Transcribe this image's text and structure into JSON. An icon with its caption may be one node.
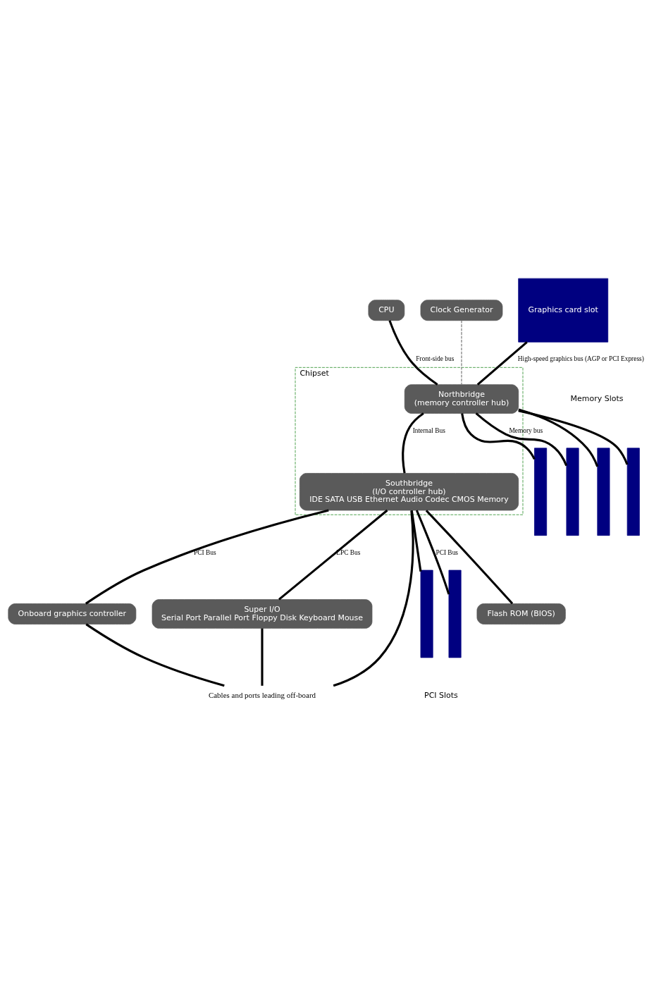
{
  "diagram": {
    "nodes": [
      {
        "text": [
          "CPU"
        ]
      },
      {
        "text": [
          "Clock Generator"
        ]
      },
      {
        "text": [
          "Graphics card slot"
        ]
      },
      {
        "text": [
          "Chipset"
        ]
      },
      {
        "text": [
          "Northbridge",
          "(memory controller hub)"
        ],
        "in": 3
      },
      {
        "text": [
          "Southbridge",
          "(I/O controller hub)",
          "IDE SATA USB Ethernet Audio Codec CMOS Memory"
        ],
        "in": 3
      },
      {
        "text": [],
        "shape": "bar"
      },
      {
        "text": [],
        "shape": "bar"
      },
      {
        "text": [],
        "shape": "bar"
      },
      {
        "text": [],
        "shape": "bar"
      },
      {
        "text": [
          "Onboard graphics controller"
        ]
      },
      {
        "text": [],
        "shape": "bar"
      },
      {
        "text": [],
        "shape": "bar"
      },
      {
        "text": [
          "Cables and ports leading off-board"
        ]
      },
      {
        "text": [
          "Super I/O",
          "Serial Port Parallel Port Floppy Disk Keyboard Mouse"
        ]
      },
      {
        "text": [
          "Flash ROM (BIOS)"
        ]
      }
    ],
    "edges": [
      {
        "from": 0,
        "to": 4,
        "arrow": "none",
        "label": "Front-side bus"
      },
      {
        "from": 1,
        "to": 4,
        "arrow": "none",
        "style": "dashed",
        "color": "#777777"
      },
      {
        "from": 2,
        "to": 4,
        "arrow": "none",
        "label": "High-speed graphics bus (AGP or PCI Express)"
      },
      {
        "from": 4,
        "to": 6,
        "arrow": "none",
        "label": "Memory bus"
      },
      {
        "from": 4,
        "to": 7,
        "arrow": "none"
      },
      {
        "from": 4,
        "to": 8,
        "arrow": "none"
      },
      {
        "from": 4,
        "to": 9,
        "arrow": "none"
      },
      {
        "from": 4,
        "to": 5,
        "arrow": "none",
        "label": "Internal Bus"
      },
      {
        "from": 5,
        "to": 10,
        "arrow": "none",
        "label": "PCI Bus"
      },
      {
        "from": 5,
        "to": 11,
        "arrow": "none",
        "label": "PCI Bus"
      },
      {
        "from": 5,
        "to": 12,
        "arrow": "none"
      },
      {
        "from": 5,
        "to": 13,
        "arrow": "none"
      },
      {
        "from": 10,
        "to": 13,
        "arrow": "none"
      },
      {
        "from": 14,
        "to": 13,
        "arrow": "none"
      },
      {
        "from": 5,
        "to": 14,
        "arrow": "none",
        "label": "LPC Bus"
      },
      {
        "from": 5,
        "to": 15,
        "arrow": "none"
      }
    ],
    "labels": [
      "Memory Slots",
      "PCI Slots"
    ]
  }
}
